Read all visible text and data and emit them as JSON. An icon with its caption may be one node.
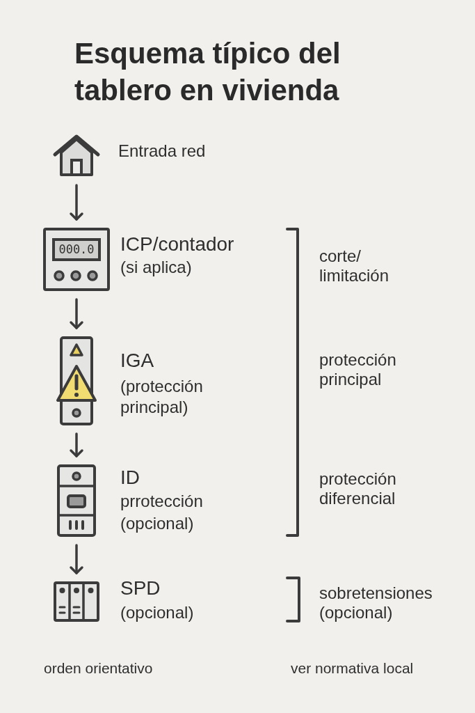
{
  "diagram": {
    "title": "Esquema típico del tablero en vivienda",
    "nodes": [
      {
        "text": [],
        "shape": "picture",
        "beside": [
          "Entrada red"
        ]
      },
      {
        "text": [
          "000.0"
        ],
        "beside": [
          "ICP/contador",
          "(si aplica)"
        ]
      },
      {
        "text": [],
        "shape": "picture",
        "beside": [
          "IGA",
          "(protección principal)"
        ]
      },
      {
        "text": [],
        "shape": "picture",
        "beside": [
          "ID",
          "prrotección (opcional)"
        ]
      },
      {
        "text": [],
        "shape": "picture",
        "beside": [
          "SPD",
          "(opcional)"
        ]
      }
    ],
    "edges": [
      {
        "from": 0,
        "to": 1,
        "arrow": "to"
      },
      {
        "from": 1,
        "to": 2,
        "arrow": "to"
      },
      {
        "from": 2,
        "to": 3,
        "arrow": "to"
      },
      {
        "from": 3,
        "to": 4,
        "arrow": "to"
      }
    ],
    "labels": [
      "corte/ limitación",
      "protección principal",
      "protección diferencial",
      "sobretensiones (opcional)",
      "orden orientativo",
      "ver normativa local"
    ]
  }
}
